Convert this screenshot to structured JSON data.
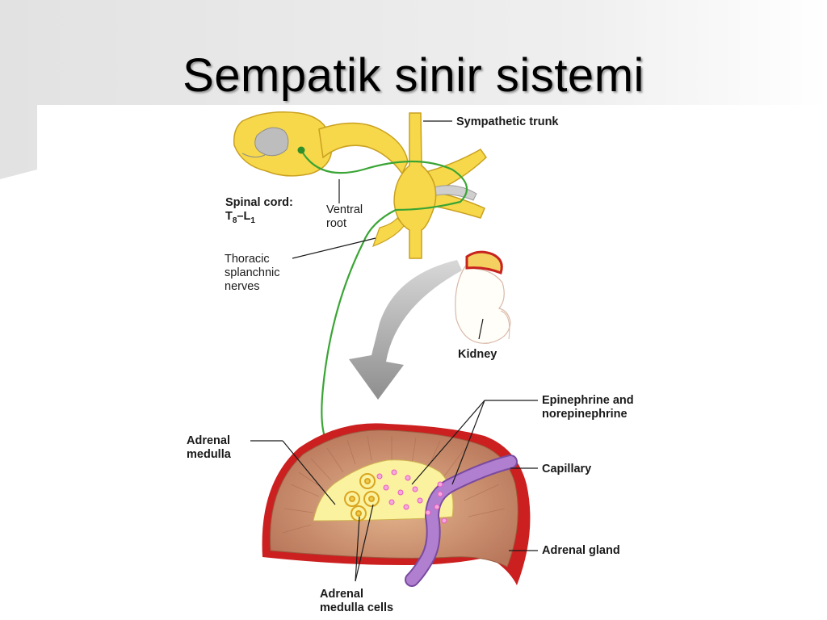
{
  "slide": {
    "title": "Sempatik sinir sistemi",
    "background_color": "#ffffff",
    "band_color": "#e6e6e6"
  },
  "diagram": {
    "labels": {
      "sympathetic_trunk": "Sympathetic trunk",
      "spinal_cord_title": "Spinal cord:",
      "spinal_cord_t": "T",
      "spinal_cord_t_sub": "8",
      "spinal_cord_l": "–L",
      "spinal_cord_l_sub": "1",
      "ventral_root_1": "Ventral",
      "ventral_root_2": "root",
      "thoracic_1": "Thoracic",
      "thoracic_2": "splanchnic",
      "thoracic_3": "nerves",
      "kidney": "Kidney",
      "epinephrine_1": "Epinephrine and",
      "epinephrine_2": "norepinephrine",
      "capillary": "Capillary",
      "adrenal_medulla_1": "Adrenal",
      "adrenal_medulla_2": "medulla",
      "adrenal_gland": "Adrenal gland",
      "adrenal_cells_1": "Adrenal",
      "adrenal_cells_2": "medulla cells"
    },
    "colors": {
      "nerve_yellow": "#f7d84a",
      "nerve_outline": "#c9a020",
      "neuron_green": "#3aa535",
      "cortex_brown": "#c98a6a",
      "capsule_red": "#cc1f1f",
      "medulla_yellow": "#fbf2a0",
      "capillary_purple": "#b07fd0",
      "vesicle_pink": "#e85bc0",
      "arrow_gray": "#a6a6a6"
    }
  }
}
